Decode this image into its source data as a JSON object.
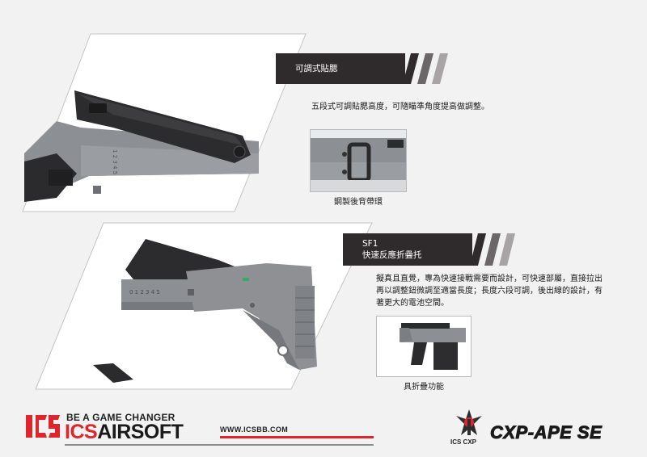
{
  "section1": {
    "title": "可調式貼腮",
    "description": "五段式可調貼腮高度，可隨瞄準角度提高做調整。",
    "thumb_caption": "鋼製後背帶環"
  },
  "section2": {
    "title_line1": "SF1",
    "title_line2": "快速反應折疊托",
    "description_lines": [
      "擬真且直覺，專為快速接戰需要而設計，可快速部屬，直接拉出",
      "再以調整鈕微調至適當長度；長度六段可調，後出線的設計，有",
      "著更大的電池空間。"
    ],
    "stock_scale": "0 1 2 3 4 5",
    "thumb_caption": "具折疊功能"
  },
  "footer": {
    "tagline": "BE A GAME CHANGER",
    "brand_ics": "ICS",
    "brand_airsoft": "AIRSOFT",
    "website": "WWW.ICSBB.COM",
    "sub_brand": "ICS CXP",
    "model": "CXP-APE SE"
  },
  "colors": {
    "header_bg": "#2f2a2b",
    "accent_red": "#e0242b",
    "gun_grey": "#8e9094",
    "gun_dark": "#2d2d2f"
  }
}
